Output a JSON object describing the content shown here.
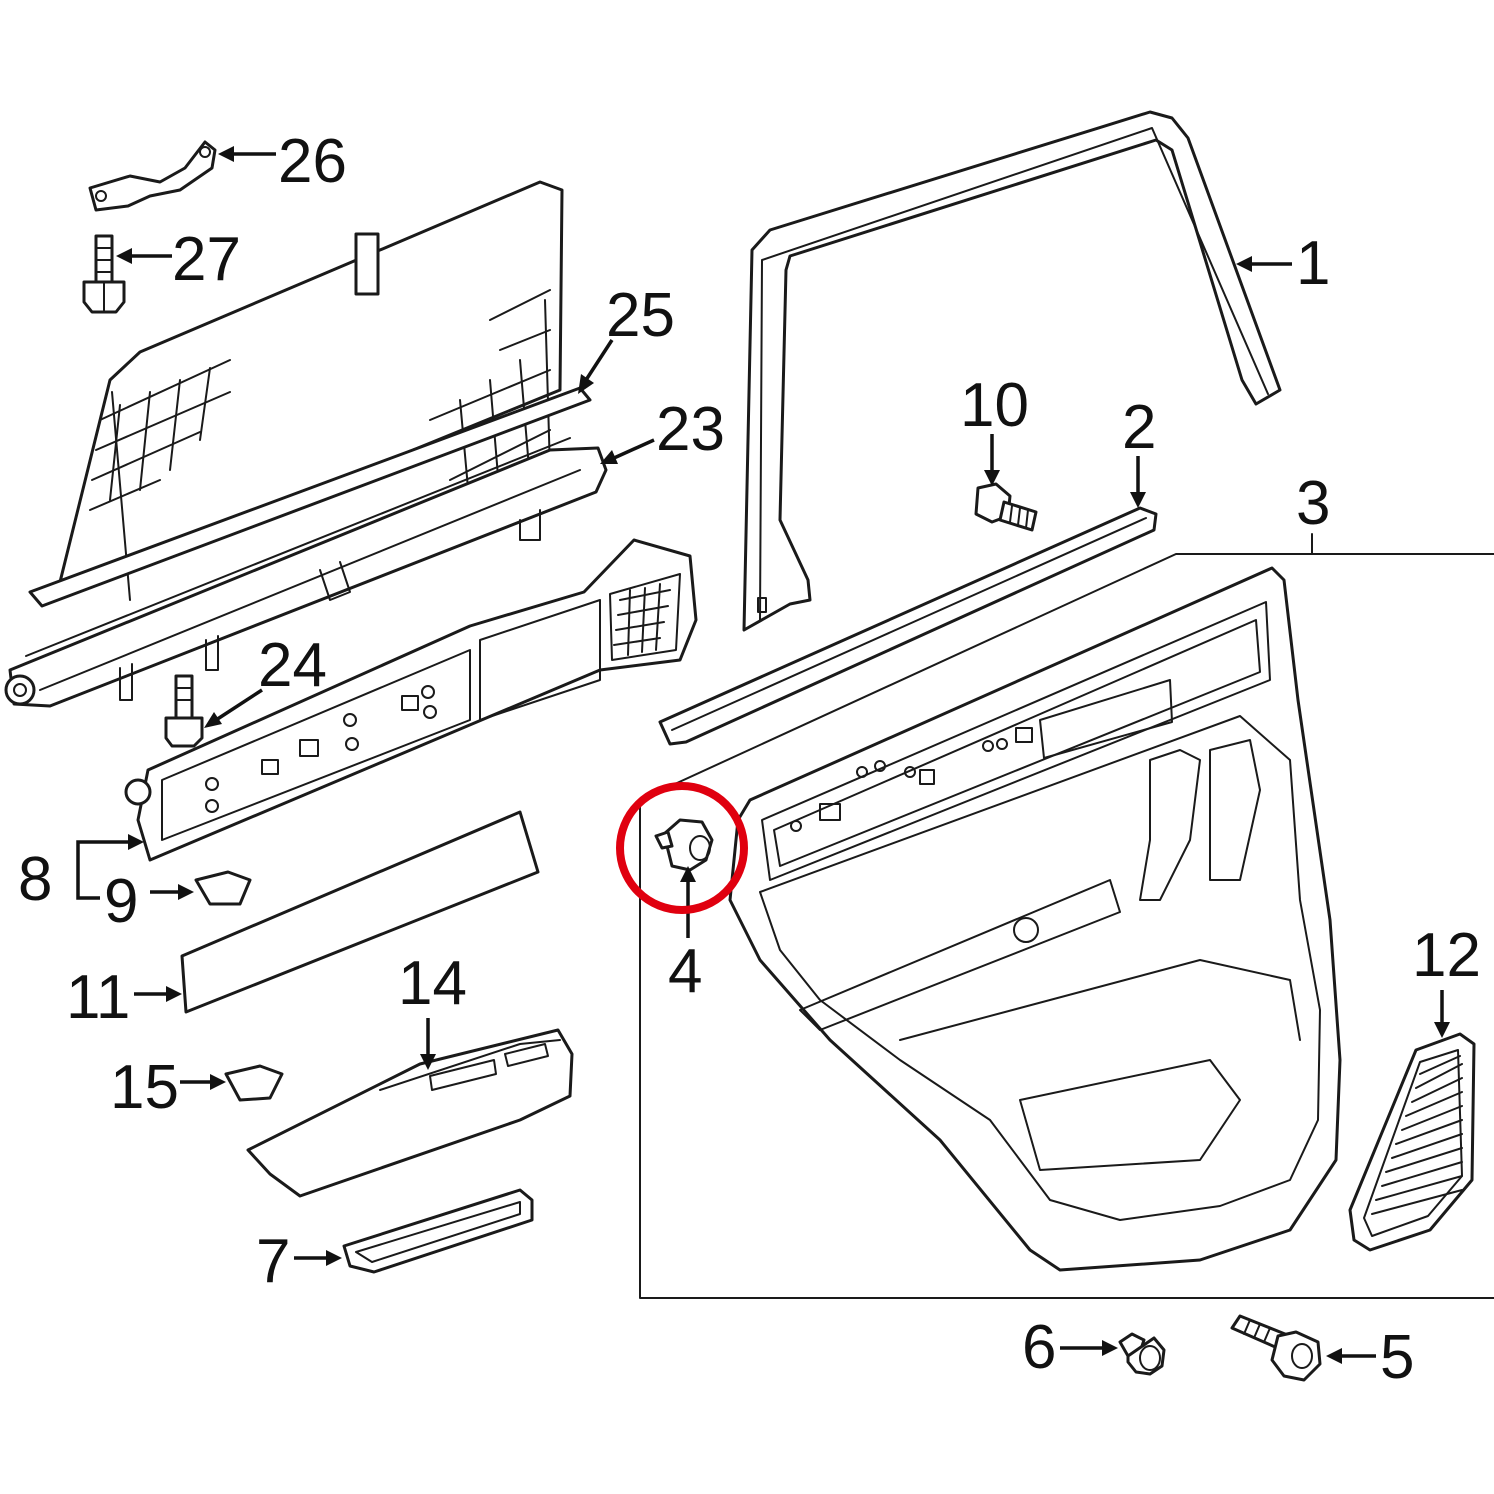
{
  "labels": {
    "l1": "1",
    "l2": "2",
    "l3": "3",
    "l4": "4",
    "l5": "5",
    "l6": "6",
    "l7": "7",
    "l8": "8",
    "l9": "9",
    "l10": "10",
    "l11": "11",
    "l12": "12",
    "l14": "14",
    "l15": "15",
    "l23": "23",
    "l24": "24",
    "l25": "25",
    "l26": "26",
    "l27": "27"
  },
  "highlight": {
    "part": "4",
    "color": "#e0000f"
  },
  "line_color": "#1a1a1a"
}
